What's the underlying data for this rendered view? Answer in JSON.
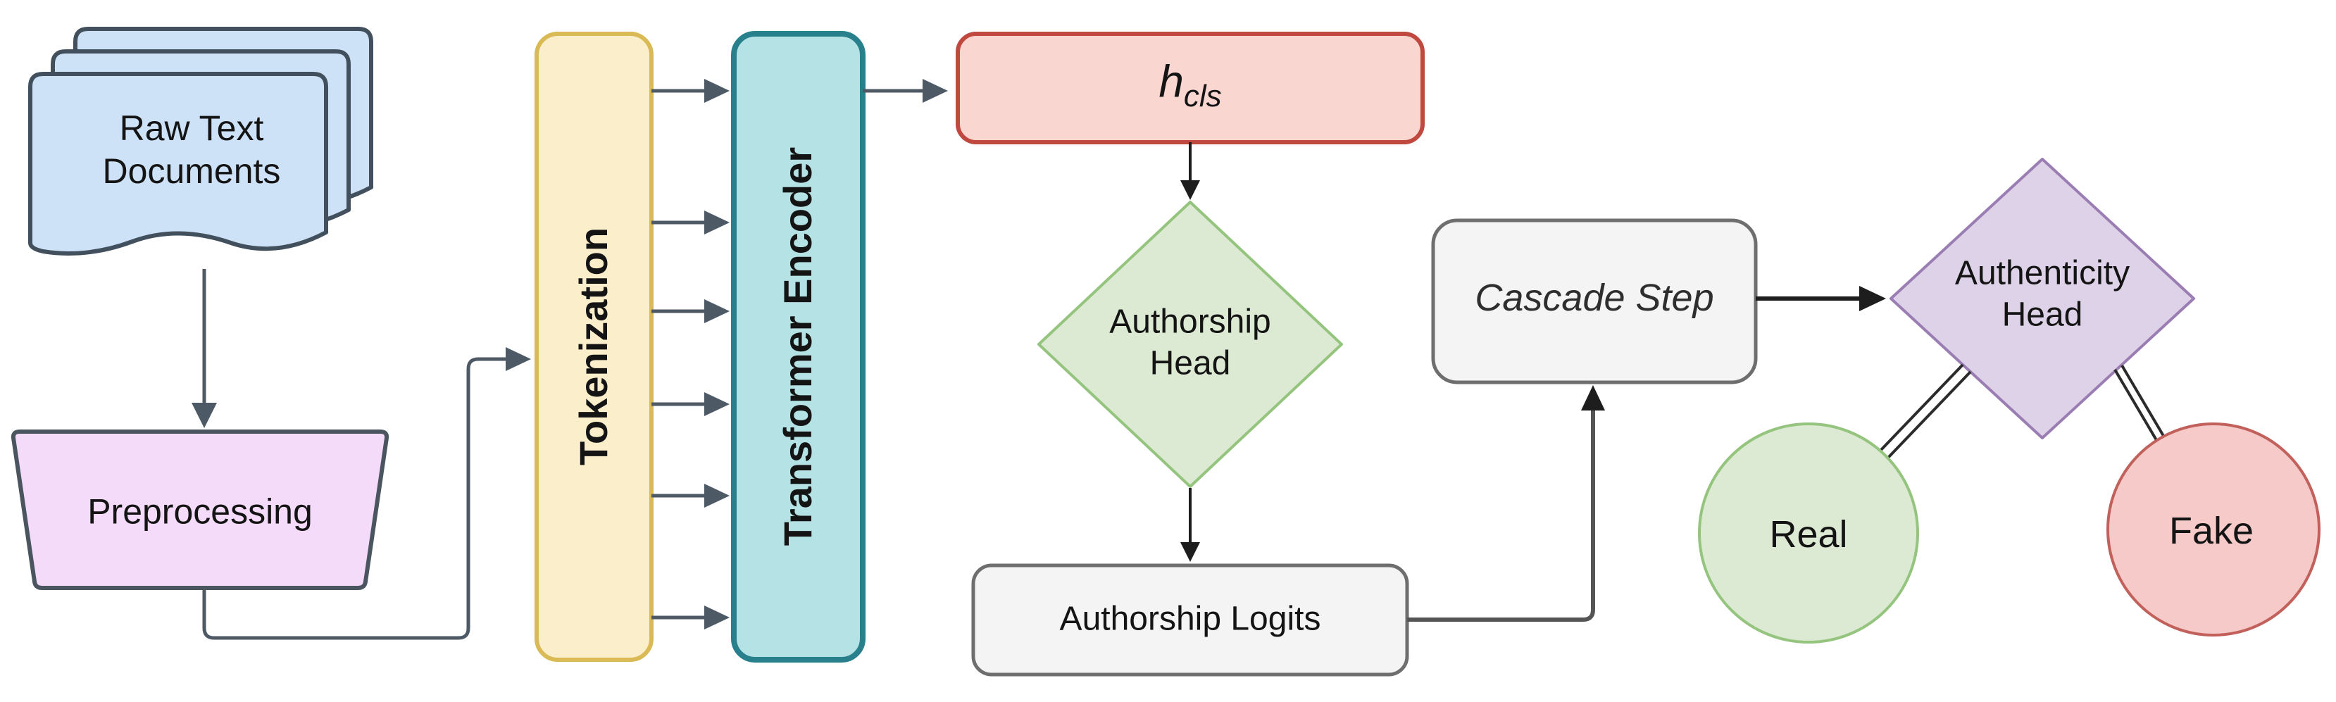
{
  "diagram": {
    "title": "Authorship / Authenticity cascade pipeline flowchart",
    "nodes": {
      "raw_text_documents": {
        "label": "Raw Text\nDocuments",
        "shape": "stacked-documents",
        "fill": "#cde1f7",
        "stroke": "#42505e"
      },
      "preprocessing": {
        "label": "Preprocessing",
        "shape": "trapezoid",
        "fill": "#f4dbfa",
        "stroke": "#4a5560"
      },
      "tokenization": {
        "label": "Tokenization",
        "shape": "tall-rounded-rect",
        "orientation": "vertical",
        "fill": "#fbeecb",
        "stroke": "#d9ba55"
      },
      "transformer_encoder": {
        "label": "Transformer Encoder",
        "shape": "tall-rounded-rect",
        "orientation": "vertical",
        "fill": "#b5e2e4",
        "stroke": "#27808c"
      },
      "h_cls": {
        "base": "h",
        "subscript": "cls",
        "shape": "rounded-rect",
        "fill": "#f9d6d0",
        "stroke": "#c0493f"
      },
      "authorship_head": {
        "label": "Authorship\nHead",
        "shape": "diamond",
        "fill": "#ddead3",
        "stroke": "#94c47e"
      },
      "authorship_logits": {
        "label": "Authorship Logits",
        "shape": "rounded-rect",
        "fill": "#f4f4f4",
        "stroke": "#6e6e6e"
      },
      "cascade_step": {
        "label": "Cascade Step",
        "shape": "rounded-rect",
        "style": "italic",
        "fill": "#f4f4f4",
        "stroke": "#6e6e6e"
      },
      "authenticity_head": {
        "label": "Authenticity\nHead",
        "shape": "diamond",
        "fill": "#ded2e9",
        "stroke": "#9a7db2"
      },
      "real": {
        "label": "Real",
        "shape": "circle",
        "fill": "#ddead3",
        "stroke": "#94c47e"
      },
      "fake": {
        "label": "Fake",
        "shape": "circle",
        "fill": "#f5cac8",
        "stroke": "#c2615c"
      }
    },
    "edges": [
      {
        "from": "raw_text_documents",
        "to": "preprocessing",
        "type": "arrow"
      },
      {
        "from": "preprocessing",
        "to": "tokenization",
        "type": "elbow-arrow"
      },
      {
        "from": "tokenization",
        "to": "transformer_encoder",
        "type": "arrow",
        "count": 6
      },
      {
        "from": "transformer_encoder",
        "to": "h_cls",
        "type": "arrow"
      },
      {
        "from": "h_cls",
        "to": "authorship_head",
        "type": "arrow"
      },
      {
        "from": "authorship_head",
        "to": "authorship_logits",
        "type": "arrow"
      },
      {
        "from": "authorship_logits",
        "to": "cascade_step",
        "type": "elbow-arrow"
      },
      {
        "from": "cascade_step",
        "to": "authenticity_head",
        "type": "arrow"
      },
      {
        "from": "authenticity_head",
        "to": "real",
        "type": "double-line"
      },
      {
        "from": "authenticity_head",
        "to": "fake",
        "type": "double-line"
      }
    ],
    "colors": {
      "connector_slate": "#4d5a66",
      "connector_gray": "#545454",
      "connector_black": "#1d1d1d",
      "text": "#141414",
      "background": "#ffffff"
    }
  }
}
